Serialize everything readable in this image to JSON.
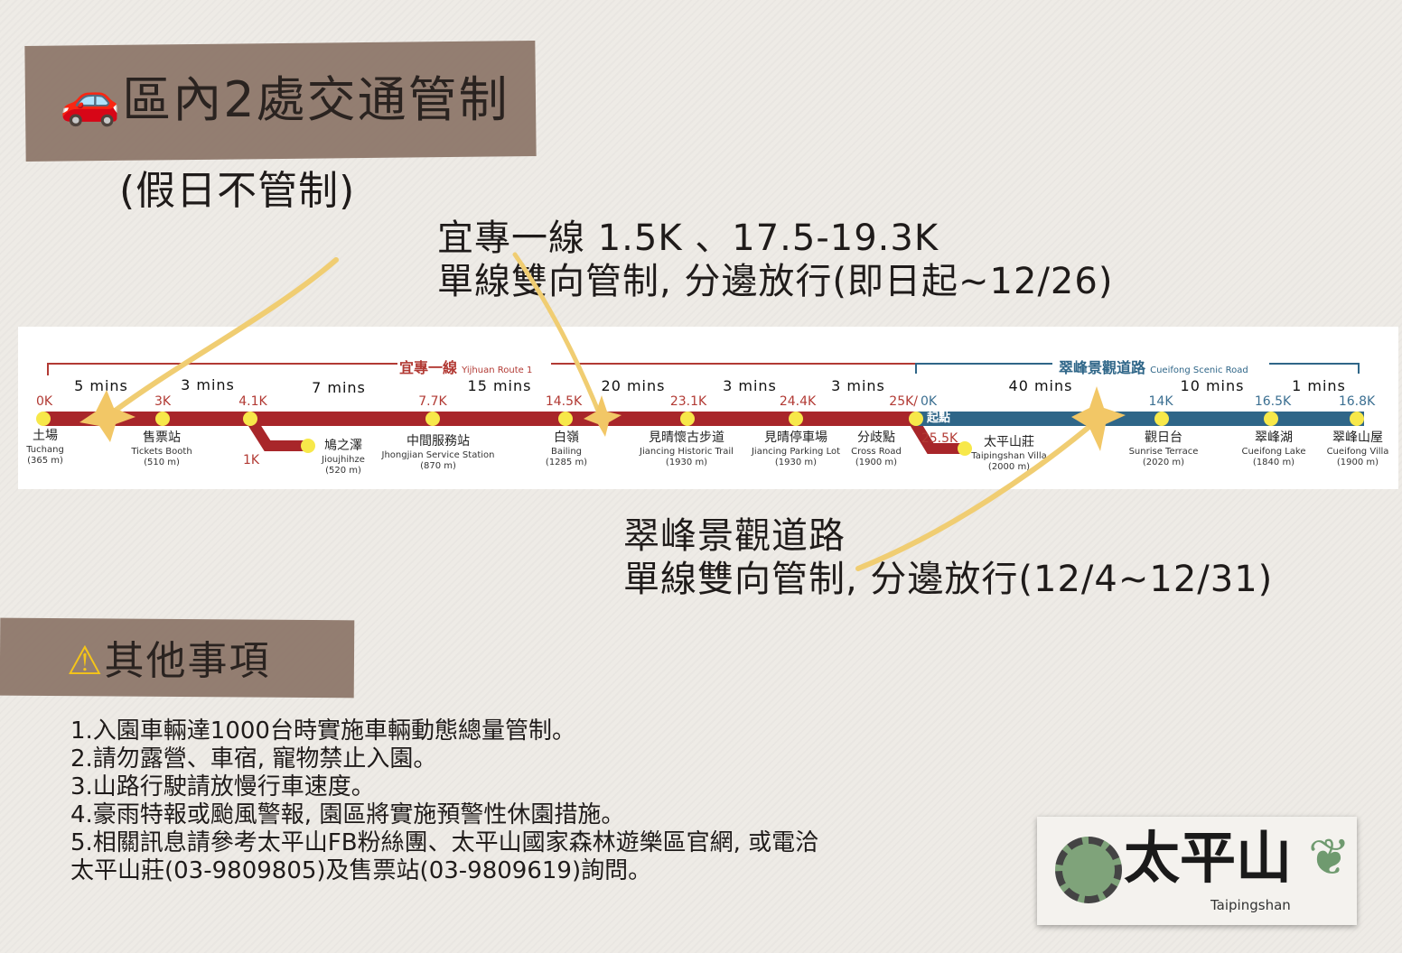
{
  "header": {
    "car_icon": "car-icon",
    "title": "區內2處交通管制",
    "subtitle": "(假日不管制)"
  },
  "notice1": {
    "line1": "宜專一線 1.5K 、17.5-19.3K",
    "line2": "單線雙向管制, 分邊放行(即日起~12/26)"
  },
  "notice2": {
    "line1": "翠峰景觀道路",
    "line2": "單線雙向管制, 分邊放行(12/4~12/31)"
  },
  "map": {
    "route1": {
      "zh": "宜專一線",
      "en": "Yijhuan Route 1",
      "color": "#a8262a"
    },
    "route2": {
      "zh": "翠峰景觀道路",
      "en": "Cueifong Scenic Road",
      "color": "#2f6688"
    },
    "start_label": "起點",
    "times": [
      "5 mins",
      "3 mins",
      "7 mins",
      "15 mins",
      "20 mins",
      "3 mins",
      "3 mins",
      "40 mins",
      "10 mins",
      "1 mins"
    ],
    "km": [
      "0K",
      "3K",
      "4.1K",
      "1K",
      "7.7K",
      "14.5K",
      "23.1K",
      "24.4K",
      "25K/",
      "0K",
      "25.5K",
      "14K",
      "16.5K",
      "16.8K"
    ],
    "stations": [
      {
        "zh": "土場",
        "en": "Tuchang",
        "el": "(365 m)"
      },
      {
        "zh": "售票站",
        "en": "Tickets Booth",
        "el": "(510 m)"
      },
      {
        "zh": "鳩之澤",
        "en": "Jioujhihze",
        "el": "(520 m)"
      },
      {
        "zh": "中間服務站",
        "en": "Jhongjian Service Station",
        "el": "(870 m)"
      },
      {
        "zh": "白嶺",
        "en": "Bailing",
        "el": "(1285 m)"
      },
      {
        "zh": "見晴懷古步道",
        "en": "Jiancing Historic Trail",
        "el": "(1930 m)"
      },
      {
        "zh": "見晴停車場",
        "en": "Jiancing Parking Lot",
        "el": "(1930 m)"
      },
      {
        "zh": "分歧點",
        "en": "Cross Road",
        "el": "(1900 m)"
      },
      {
        "zh": "太平山莊",
        "en": "Taipingshan Villa",
        "el": "(2000 m)"
      },
      {
        "zh": "觀日台",
        "en": "Sunrise Terrace",
        "el": "(2020 m)"
      },
      {
        "zh": "翠峰湖",
        "en": "Cueifong Lake",
        "el": "(1840 m)"
      },
      {
        "zh": "翠峰山屋",
        "en": "Cueifong Villa",
        "el": "(1900 m)"
      }
    ]
  },
  "other": {
    "warning_icon": "warning-icon",
    "title": "其他事項",
    "items": [
      "1.入園車輛達1000台時實施車輛動態總量管制。",
      "2.請勿露營、車宿, 寵物禁止入園。",
      "3.山路行駛請放慢行車速度。",
      "4.豪雨特報或颱風警報, 園區將實施預警性休園措施。",
      "5.相關訊息請參考太平山FB粉絲團、太平山國家森林遊樂區官網, 或電洽",
      "太平山莊(03-9809805)及售票站(03-9809619)詢問。"
    ]
  },
  "logo": {
    "zh": "太平山",
    "en": "Taipingshan"
  }
}
